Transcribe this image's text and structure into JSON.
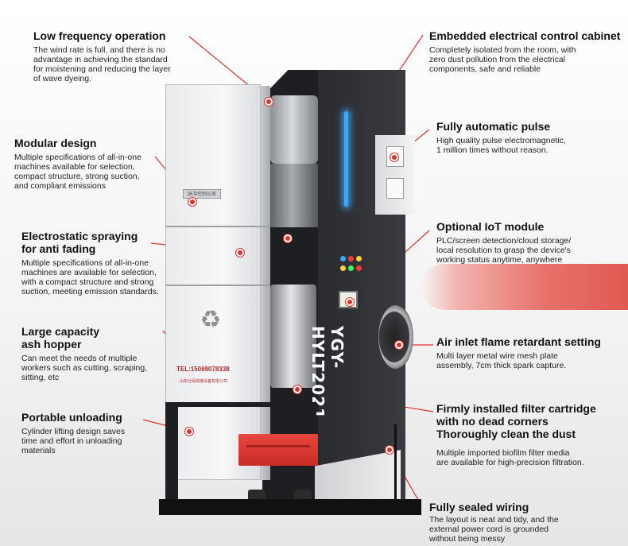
{
  "features": {
    "low_frequency": {
      "title": "Low frequency operation",
      "desc": "The wind rate is full, and there is no\nadvantage in achieving the standard\nfor moistening and reducing the layer\nof wave dyeing."
    },
    "modular": {
      "title": "Modular design",
      "desc": "Multiple specifications of all-in-one\nmachines available for selection,\ncompact structure, strong suction,\nand compliant emissions"
    },
    "electrostatic": {
      "title": "Electrostatic spraying\nfor anti fading",
      "desc": "Multiple specifications of all-in-one\nmachines are available for selection,\nwith a compact structure and strong\nsuction, meeting emission standards."
    },
    "ash_hopper": {
      "title": "Large capacity\nash hopper",
      "desc": "Can meet the needs of multiple\nworkers such as cutting, scraping,\nsitting, etc"
    },
    "unloading": {
      "title": "Portable unloading",
      "desc": "Cylinder lifting design saves\ntime and effort in unloading\nmaterials"
    },
    "control_cabinet": {
      "title": "Embedded electrical control cabinet",
      "desc": "Completely isolated from the room, with\nzero dust pollution from the electrical\ncomponents, safe and reliable"
    },
    "pulse": {
      "title": "Fully automatic pulse",
      "desc": "High quality pulse electromagnetic,\n1 million times without reason."
    },
    "iot": {
      "title": "Optional IoT module",
      "desc": "PLC/screen detection/cloud storage/\nlocal resolution to grasp the device's\nworking status anytime, anywhere"
    },
    "air_inlet": {
      "title": "Air inlet flame retardant setting",
      "desc": "Multi layer metal wire mesh plate\nassembly, 7cm thick spark capture."
    },
    "filter": {
      "title": "Firmly installed filter cartridge\nwith no dead corners\nThoroughly clean the dust",
      "desc": "Multiple imported biofilm filter media\nare available for high-precision filtration."
    },
    "wiring": {
      "title": "Fully sealed wiring",
      "desc": "The layout is neat and tidy, and the\nexternal power cord is grounded\nwithout being messy"
    }
  },
  "machine": {
    "model": "YGY-HYLT2021",
    "phone": "TEL:15069078338",
    "company": "山东仕佰焊接设备有限公司",
    "panel_label": "脉冲控制仪表"
  },
  "colors": {
    "accent": "#e0322b",
    "frame": "#1e1f22",
    "light": "#3aa8ff"
  }
}
